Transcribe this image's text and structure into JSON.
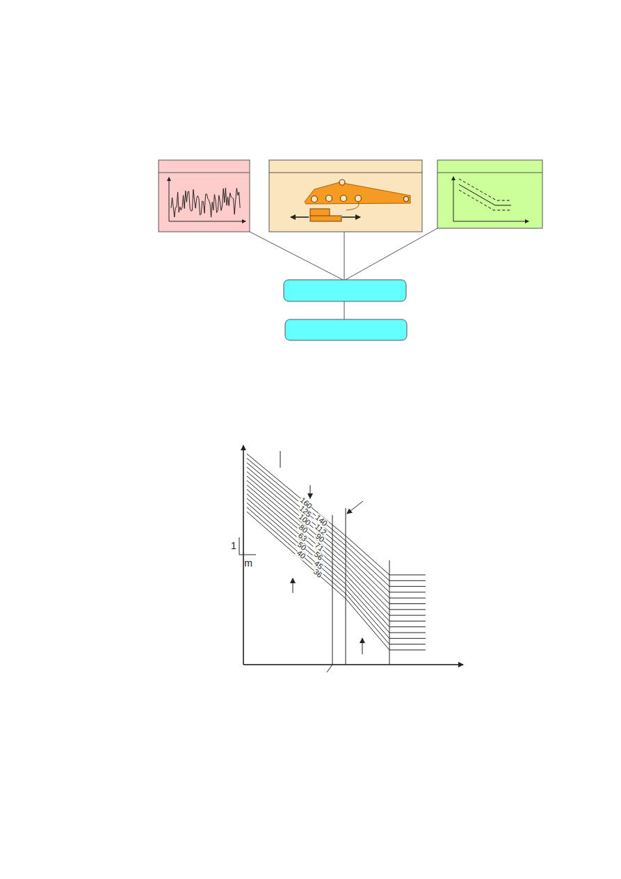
{
  "diagram": {
    "labels": [
      "160",
      "140",
      "125",
      "112",
      "100",
      "90",
      "80",
      "71",
      "63",
      "56",
      "50",
      "45",
      "40",
      "36",
      "1",
      "m"
    ]
  }
}
